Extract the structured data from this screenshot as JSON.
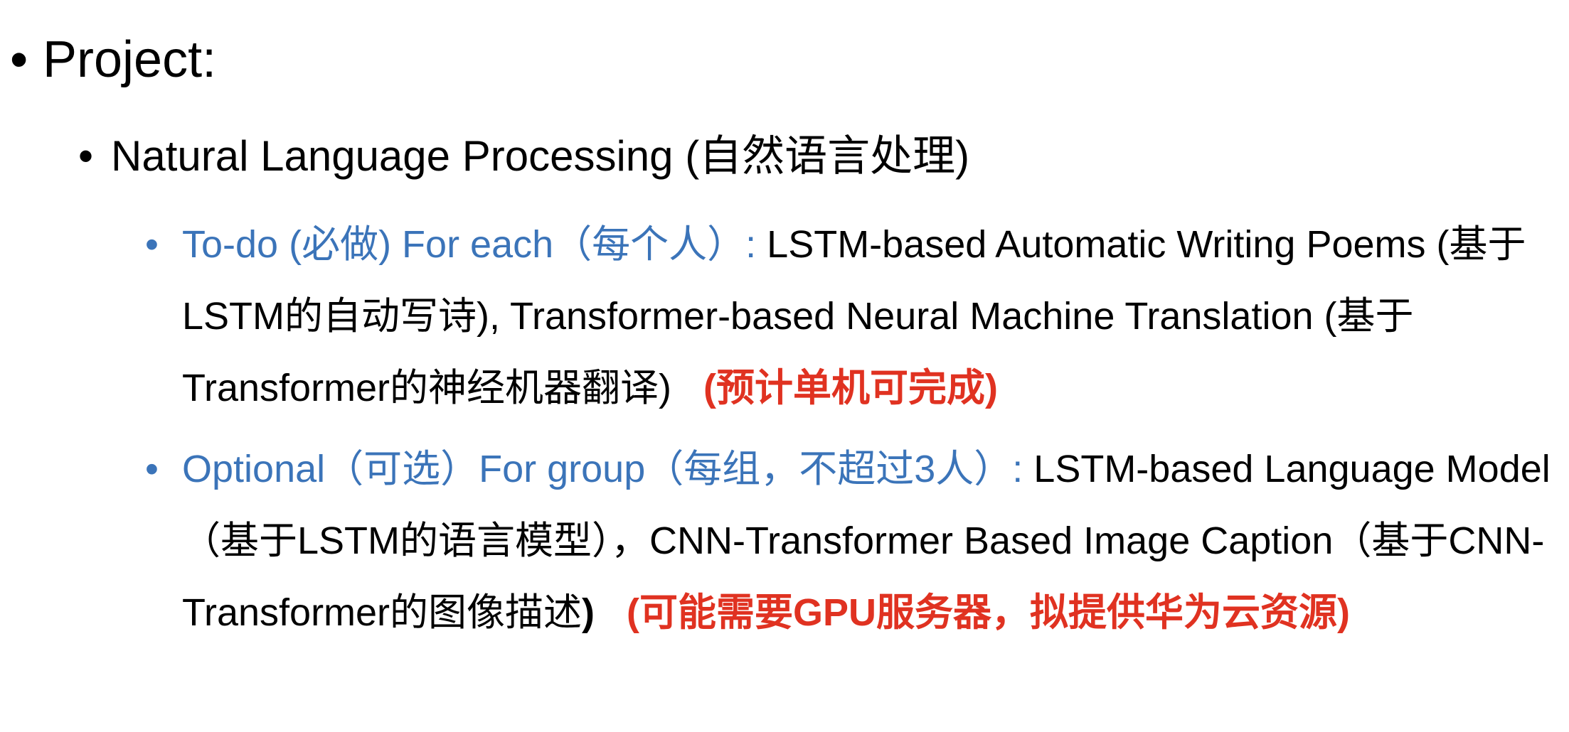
{
  "colors": {
    "accent": "#3b74b9",
    "highlight": "#e03221",
    "text": "#000000"
  },
  "project": {
    "bullet": "•",
    "title": "Project:"
  },
  "nlp": {
    "bullet": "•",
    "title": "Natural Language Processing (自然语言处理)"
  },
  "todo": {
    "bullet": "•",
    "label": "To-do (必做) For each（每个人）:",
    "body_line1": " LSTM-based Automatic Writing Poems (基于LSTM的自动写诗), Transformer-based Neural Machine Translation (基于Transformer的神经机器翻译)",
    "note": "(预计单机可完成)"
  },
  "optional": {
    "bullet": "•",
    "label": "Optional（可选）For group（每组，不超过3人）:",
    "body_line1": " LSTM-based Language Model（基于LSTM的语言模型），CNN-Transformer Based Image Caption（基于CNN-Transformer的图像描述",
    "body_close": ")",
    "note": "(可能需要GPU服务器，拟提供华为云资源)"
  }
}
